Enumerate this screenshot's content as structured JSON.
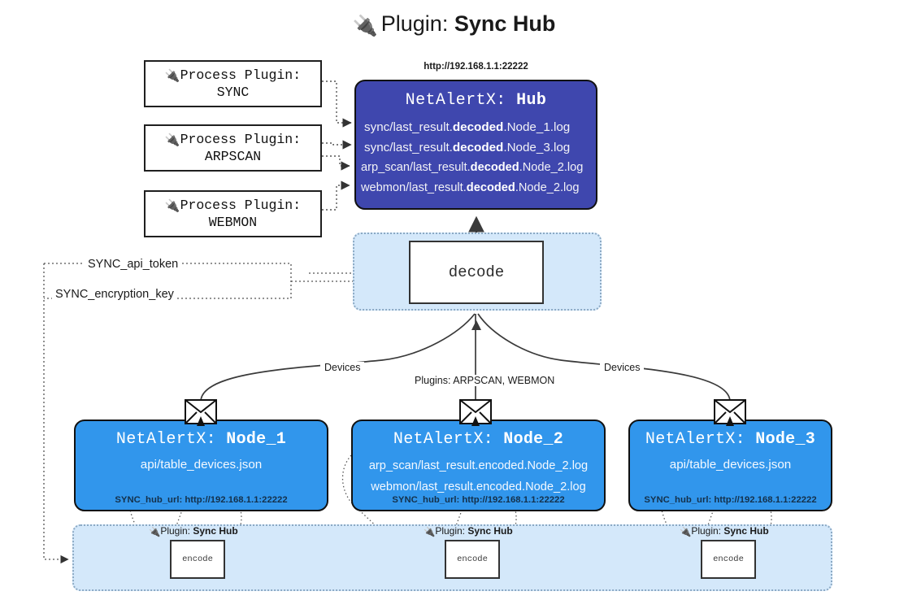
{
  "title": {
    "icon": "plug-icon",
    "prefix": "Plugin:",
    "name": "Sync Hub"
  },
  "process_plugins": [
    {
      "icon": "plug-icon",
      "line1": "Process Plugin:",
      "line2": "SYNC"
    },
    {
      "icon": "plug-icon",
      "line1": "Process Plugin:",
      "line2": "ARPSCAN"
    },
    {
      "icon": "plug-icon",
      "line1": "Process Plugin:",
      "line2": "WEBMON"
    }
  ],
  "hub": {
    "url": "http://192.168.1.1:22222",
    "title_prefix": "NetAlertX:",
    "title_name": "Hub",
    "logs": [
      {
        "pre": "sync/last_result.",
        "strong": "decoded",
        "post": ".Node_1.log"
      },
      {
        "pre": "sync/last_result.",
        "strong": "decoded",
        "post": ".Node_3.log"
      },
      {
        "pre": "arp_scan/last_result.",
        "strong": "decoded",
        "post": ".Node_2.log"
      },
      {
        "pre": "webmon/last_result.",
        "strong": "decoded",
        "post": ".Node_2.log"
      }
    ]
  },
  "decode": {
    "label": "decode"
  },
  "tokens": [
    {
      "label": "SYNC_api_token"
    },
    {
      "label": "SYNC_encryption_key"
    }
  ],
  "edge_labels": {
    "devices_left": "Devices",
    "devices_right": "Devices",
    "plugins": "Plugins: ARPSCAN, WEBMON"
  },
  "nodes": [
    {
      "title_prefix": "NetAlertX:",
      "title_name": "Node_1",
      "lines": [
        {
          "pre": "api/table_devices.json",
          "strong": "",
          "post": ""
        }
      ],
      "footer": "SYNC_hub_url: http://192.168.1.1:22222",
      "envelope_icon": "envelope-icon"
    },
    {
      "title_prefix": "NetAlertX:",
      "title_name": "Node_2",
      "lines": [
        {
          "pre": "arp_scan/last_result.encoded.Node_2.log",
          "strong": "",
          "post": ""
        },
        {
          "pre": "webmon/last_result.encoded.Node_2.log",
          "strong": "",
          "post": ""
        }
      ],
      "footer": "SYNC_hub_url: http://192.168.1.1:22222",
      "envelope_icon": "envelope-icon"
    },
    {
      "title_prefix": "NetAlertX:",
      "title_name": "Node_3",
      "lines": [
        {
          "pre": "api/table_devices.json",
          "strong": "",
          "post": ""
        }
      ],
      "footer": "SYNC_hub_url: http://192.168.1.1:22222",
      "envelope_icon": "envelope-icon"
    }
  ],
  "encoders": [
    {
      "tag_prefix": "Plugin:",
      "tag_name": "Sync Hub",
      "label": "encode",
      "icon": "plug-icon"
    },
    {
      "tag_prefix": "Plugin:",
      "tag_name": "Sync Hub",
      "label": "encode",
      "icon": "plug-icon"
    },
    {
      "tag_prefix": "Plugin:",
      "tag_name": "Sync Hub",
      "label": "encode",
      "icon": "plug-icon"
    }
  ],
  "colors": {
    "hub_fill": "#3f47ae",
    "node_fill": "#3196ec",
    "band_fill": "#d4e8fa",
    "band_border": "#8ba9c4",
    "stroke": "#1f1f1f",
    "text_dark": "#1a1a1a"
  }
}
